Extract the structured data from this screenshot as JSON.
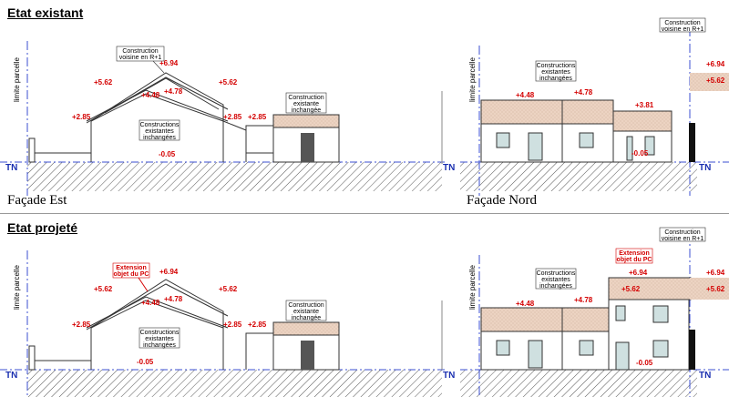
{
  "sections": {
    "existing_title": "Etat existant",
    "projected_title": "Etat projeté"
  },
  "facades": {
    "est": "Façade Est",
    "nord": "Façade Nord"
  },
  "labels": {
    "limite": "limite parcelle",
    "tn": "TN",
    "voisine": [
      "Construction",
      "voisine en R+1"
    ],
    "existantes": [
      "Constructions",
      "existantes",
      "inchangées"
    ],
    "construction_existante": [
      "Construction",
      "existante",
      "inchangée"
    ],
    "extension": [
      "Extension",
      "objet du PC"
    ]
  },
  "levels": {
    "v694": "+6.94",
    "v562": "+5.62",
    "v448": "+4.48",
    "v478": "+4.78",
    "v285": "+2.85",
    "v381": "+3.81",
    "v005": "-0.05"
  },
  "colors": {
    "level_text": "#d40000",
    "grid_line": "#3b4fd0",
    "roof_fill": "#ecd3c2",
    "hatch": "#555555"
  }
}
